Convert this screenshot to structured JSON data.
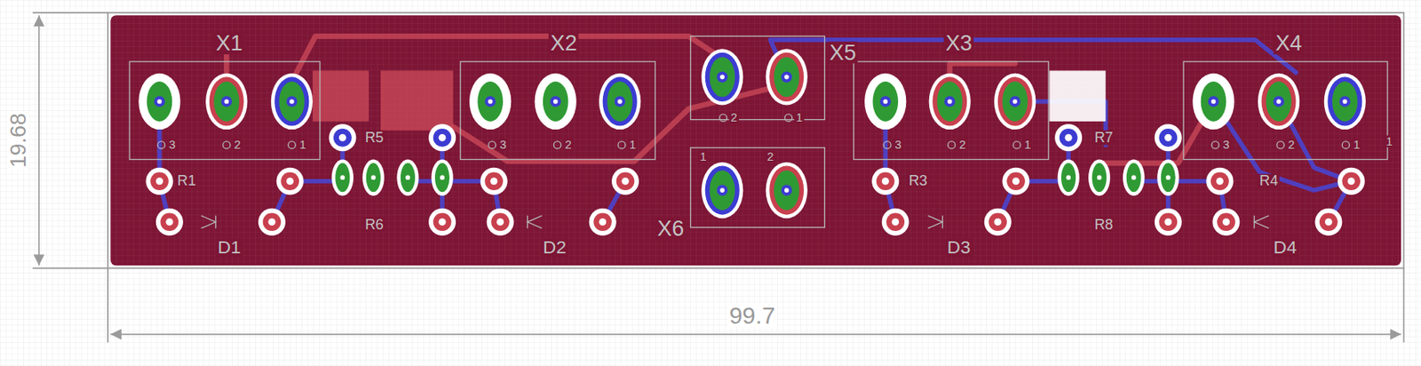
{
  "diagram": {
    "labels": [
      "X1",
      "X2",
      "X5",
      "X3",
      "X4",
      "3",
      "2",
      "1",
      "3",
      "2",
      "1",
      "2",
      "1",
      "1",
      "2",
      "3",
      "2",
      "1",
      "3",
      "2",
      "1",
      "1",
      "R1",
      "R5",
      "R6",
      "D1",
      "D2",
      "X6",
      "R3",
      "R7",
      "R8",
      "R4",
      "D3",
      "D4",
      "19.68",
      "99.7"
    ]
  }
}
